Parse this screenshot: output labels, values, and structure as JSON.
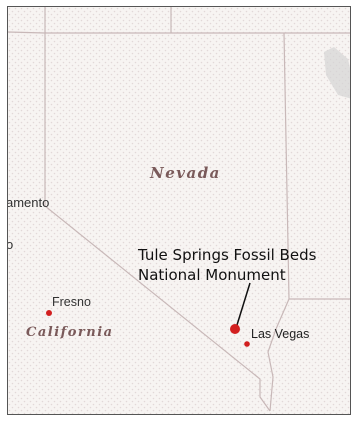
{
  "map": {
    "states": {
      "nevada": "Nevada",
      "california": "California"
    },
    "cities": {
      "fresno": "Fresno",
      "las_vegas": "Las Vegas",
      "sacramento_partial": "amento",
      "partial_o": "o"
    },
    "callout": {
      "line1": "Tule Springs Fossil Beds",
      "line2": "National Monument"
    },
    "colors": {
      "land": "#f7f4f2",
      "dot_pattern": "#e4dada",
      "border": "#c8b8b8",
      "marker": "#d21f1f",
      "state_label": "#7a5a5a"
    }
  }
}
